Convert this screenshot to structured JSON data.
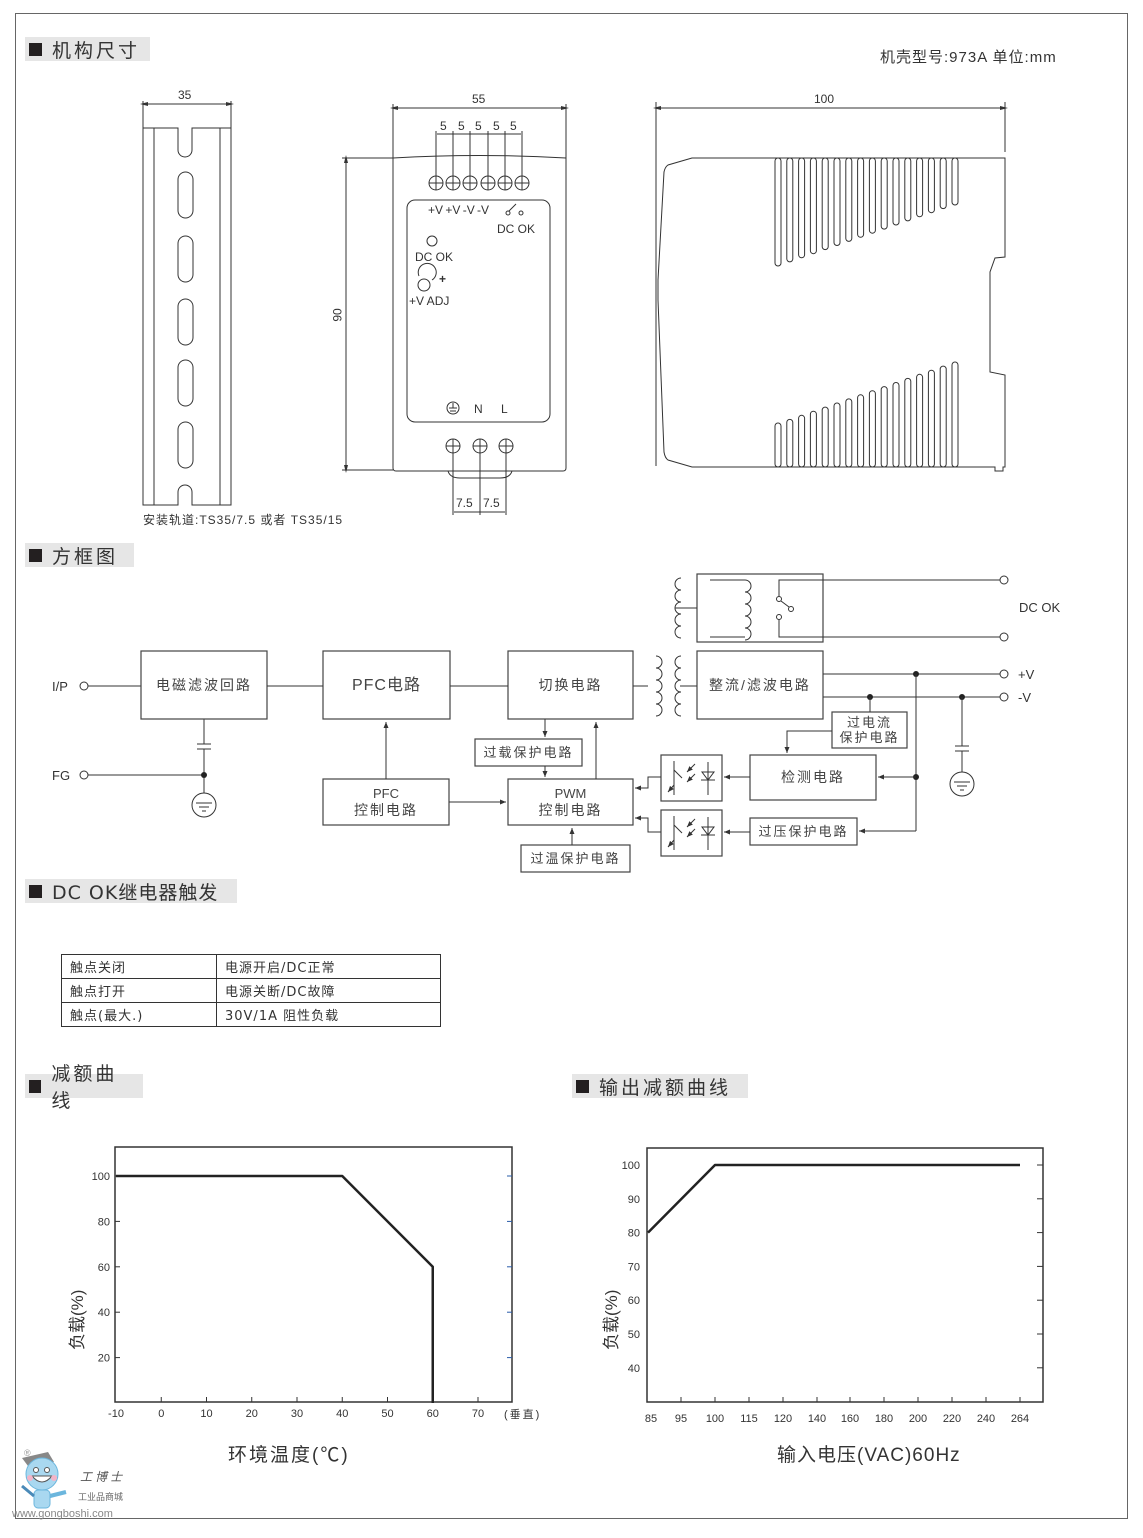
{
  "sections": {
    "dimensions": "机构尺寸",
    "block_diagram": "方框图",
    "dc_ok_relay": "DC OK继电器触发",
    "derating": "减额曲线",
    "output_derating": "输出减额曲线"
  },
  "case_info": "机壳型号:973A 单位:mm",
  "din_rail": {
    "width_label": "35",
    "caption": "安装轨道:TS35/7.5 或者 TS35/15"
  },
  "front_view": {
    "width_label": "55",
    "height_label": "90",
    "pitch_labels": [
      "5",
      "5",
      "5",
      "5",
      "5"
    ],
    "bottom_pitch_labels": [
      "7.5",
      "7.5"
    ],
    "terminal_labels": "+V +V -V -V",
    "dc_ok_contact": "DC OK",
    "dc_ok_led": "DC OK",
    "adj_plus": "+",
    "adj_label": "+V ADJ",
    "input_labels": [
      "N",
      "L"
    ]
  },
  "side_view": {
    "width_label": "100"
  },
  "block": {
    "ip": "I/P",
    "fg": "FG",
    "emi": "电磁滤波回路",
    "pfc": "PFC电路",
    "switching": "切换电路",
    "rectifier": "整流/滤波电路",
    "overload": "过载保护电路",
    "pfc_ctrl_1": "PFC",
    "pfc_ctrl_2": "控制电路",
    "pwm_1": "PWM",
    "pwm_2": "控制电路",
    "otp": "过温保护电路",
    "ocp_1": "过电流",
    "ocp_2": "保护电路",
    "detect": "检测电路",
    "ovp": "过压保护电路",
    "dc_ok": "DC OK",
    "plus_v": "+V",
    "minus_v": "-V"
  },
  "relay_table": {
    "rows": [
      [
        "触点关闭",
        "电源开启/DC正常"
      ],
      [
        "触点打开",
        "电源关断/DC故障"
      ],
      [
        "触点(最大.)",
        "30V/1A 阻性负载"
      ]
    ]
  },
  "chart_data": [
    {
      "type": "line",
      "title": "减额曲线",
      "xlabel": "环境温度(℃)",
      "ylabel": "负载(%)",
      "x_ticks": [
        "-10",
        "0",
        "10",
        "20",
        "30",
        "40",
        "50",
        "60",
        "70"
      ],
      "x_unit_note": "(垂直)",
      "y_ticks": [
        "20",
        "40",
        "60",
        "80",
        "100"
      ],
      "xlim": [
        -10,
        77
      ],
      "ylim": [
        0,
        112
      ],
      "series": [
        {
          "name": "load",
          "x": [
            -10,
            40,
            60,
            60
          ],
          "y": [
            100,
            100,
            60,
            0
          ]
        }
      ]
    },
    {
      "type": "line",
      "title": "输出减额曲线",
      "xlabel": "输入电压(VAC)60Hz",
      "ylabel": "负载(%)",
      "x_ticks": [
        "85",
        "95",
        "100",
        "115",
        "120",
        "140",
        "160",
        "180",
        "200",
        "220",
        "240",
        "264"
      ],
      "y_ticks": [
        "40",
        "50",
        "60",
        "70",
        "80",
        "90",
        "100"
      ],
      "ylim": [
        30,
        105
      ],
      "series": [
        {
          "name": "load",
          "x": [
            "85",
            "100",
            "264"
          ],
          "y": [
            80,
            100,
            100
          ]
        }
      ]
    }
  ],
  "watermark": {
    "brand": "工博士",
    "subtitle": "工业品商城",
    "url": "www.gongboshi.com",
    "registered": "®"
  }
}
